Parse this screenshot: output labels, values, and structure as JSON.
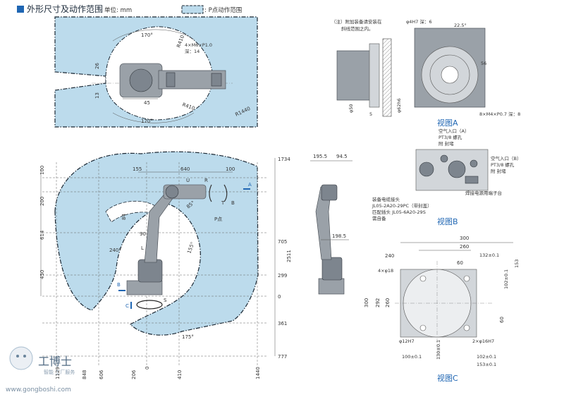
{
  "header": {
    "title": "外形尺寸及动作范围",
    "unit": "单位: mm",
    "legend_label": ": P点动作范围"
  },
  "top_view": {
    "labels": {
      "a170_top": "170°",
      "a170_bottom": "170°",
      "r410_top": "R410",
      "r410_bottom": "R410",
      "r1440": "R1440",
      "d26": "26",
      "d13": "13",
      "d45": "45",
      "holes": "4×M6×P1.0",
      "depth": "深：14"
    }
  },
  "side_view": {
    "labels": {
      "top155": "155",
      "top640": "640",
      "top100": "100",
      "v100": "100",
      "v200": "200",
      "v614": "614",
      "v450": "450",
      "d84": "84",
      "d90": "90",
      "d85": "85°",
      "d155": "155°",
      "d240": "240°",
      "d175": "175°",
      "U": "U",
      "R": "R",
      "T": "T",
      "B": "B",
      "L": "L",
      "S": "S",
      "P": "P点",
      "arrowA": "A",
      "arrowB": "B",
      "arrowC": "C"
    },
    "right_dims": [
      "1734",
      "705",
      "299",
      "0",
      "361",
      "777",
      "2511"
    ],
    "bottom_dims": [
      "1129",
      "848",
      "606",
      "206",
      "0",
      "410",
      "1440"
    ]
  },
  "front_view": {
    "labels": {
      "w195": "195.5",
      "w94": "94.5",
      "w198": "198.5"
    }
  },
  "view_a": {
    "note_line1": "（注）附加装备请安装在",
    "note_line2": "斜线范围之内。",
    "d4h7": "φ4H7 深：6",
    "angle": "22.5°",
    "d56": "56",
    "d50": "φ50",
    "d62": "φ62h6",
    "d5": "5",
    "holes": "8×M4×P0.7 深：8",
    "caption": "视图A"
  },
  "view_b": {
    "air_a_1": "空气入口（A）",
    "air_a_2": "PT3/8 螺孔",
    "air_a_3": "附 封堵",
    "air_b_1": "空气入口（B）",
    "air_b_2": "PT3/8 螺孔",
    "air_b_3": "附 封堵",
    "welding": "焊接电源用端子台",
    "cable_1": "装备电缆接头",
    "cable_2": "JL05-2A20-29PC（带封盖）",
    "cable_3": "匹配插头 JL05-6A20-29S",
    "cable_4": "需自备",
    "caption": "视图B"
  },
  "view_c": {
    "d300": "300",
    "d260": "260",
    "d240": "240",
    "d60": "60",
    "d132": "132±0.1",
    "d102r": "102±0.1",
    "d153r": "153",
    "d4x18": "4×φ18",
    "d300v": "300",
    "d292": "292",
    "d260v": "260",
    "d60v": "60",
    "d12h7": "φ12H7",
    "d2x16": "2×φ16H7",
    "d100": "100±0.1",
    "d130": "130±0.1",
    "d102b": "102±0.1",
    "d153b": "153±0.1",
    "caption": "视图C"
  },
  "watermark": {
    "brand": "工博士",
    "slogan": "智能 工厂服务",
    "url": "www.gongboshi.com"
  },
  "colors": {
    "accent": "#1f66b3",
    "area_fill": "#bcdbec",
    "robot_gray": "#9aa1a8"
  }
}
